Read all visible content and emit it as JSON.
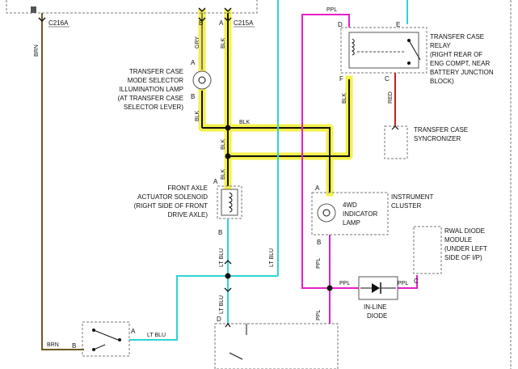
{
  "connectors": {
    "c216a": "C216A",
    "c215a": "C215A"
  },
  "wires": {
    "brn": "BRN",
    "gry": "GRY",
    "blk": "BLK",
    "lt_blu": "LT BLU",
    "ppl": "PPL",
    "red": "RED",
    "ppl_rot": "PPL"
  },
  "pins": {
    "a": "A",
    "b": "B",
    "c": "C",
    "d": "D",
    "e": "E",
    "f": "F"
  },
  "components": {
    "selector_lamp": [
      "TRANSFER CASE",
      "MODE SELECTOR",
      "ILLUMINATION LAMP",
      "(AT TRANSFER CASE",
      "SELECTOR LEVER)"
    ],
    "relay": [
      "TRANSFER CASE",
      "RELAY",
      "(RIGHT REAR OF",
      "ENG COMPT, NEAR",
      "BATTERY JUNCTION",
      "BLOCK)"
    ],
    "synchronizer": [
      "TRANSFER CASE",
      "SYNCRONIZER"
    ],
    "solenoid": [
      "FRONT AXLE",
      "ACTUATOR SOLENOID",
      "(RIGHT SIDE OF FRONT",
      "DRIVE AXLE)"
    ],
    "instrument_cluster": [
      "INSTRUMENT",
      "CLUSTER"
    ],
    "indicator_lamp": [
      "4WD",
      "INDICATOR",
      "LAMP"
    ],
    "rwal_module": [
      "RWAL DIODE",
      "MODULE",
      "(UNDER LEFT",
      "SIDE OF I/P)"
    ],
    "inline_diode": [
      "IN-LINE",
      "DIODE"
    ]
  },
  "colors": {
    "highlight": "#f4f04a",
    "blk_wire": "#111111",
    "ppl_wire": "#e81ec8",
    "lt_blu_wire": "#2ed3d6",
    "red_wire": "#c81e1e",
    "brn_wire": "#6b5a1e"
  }
}
